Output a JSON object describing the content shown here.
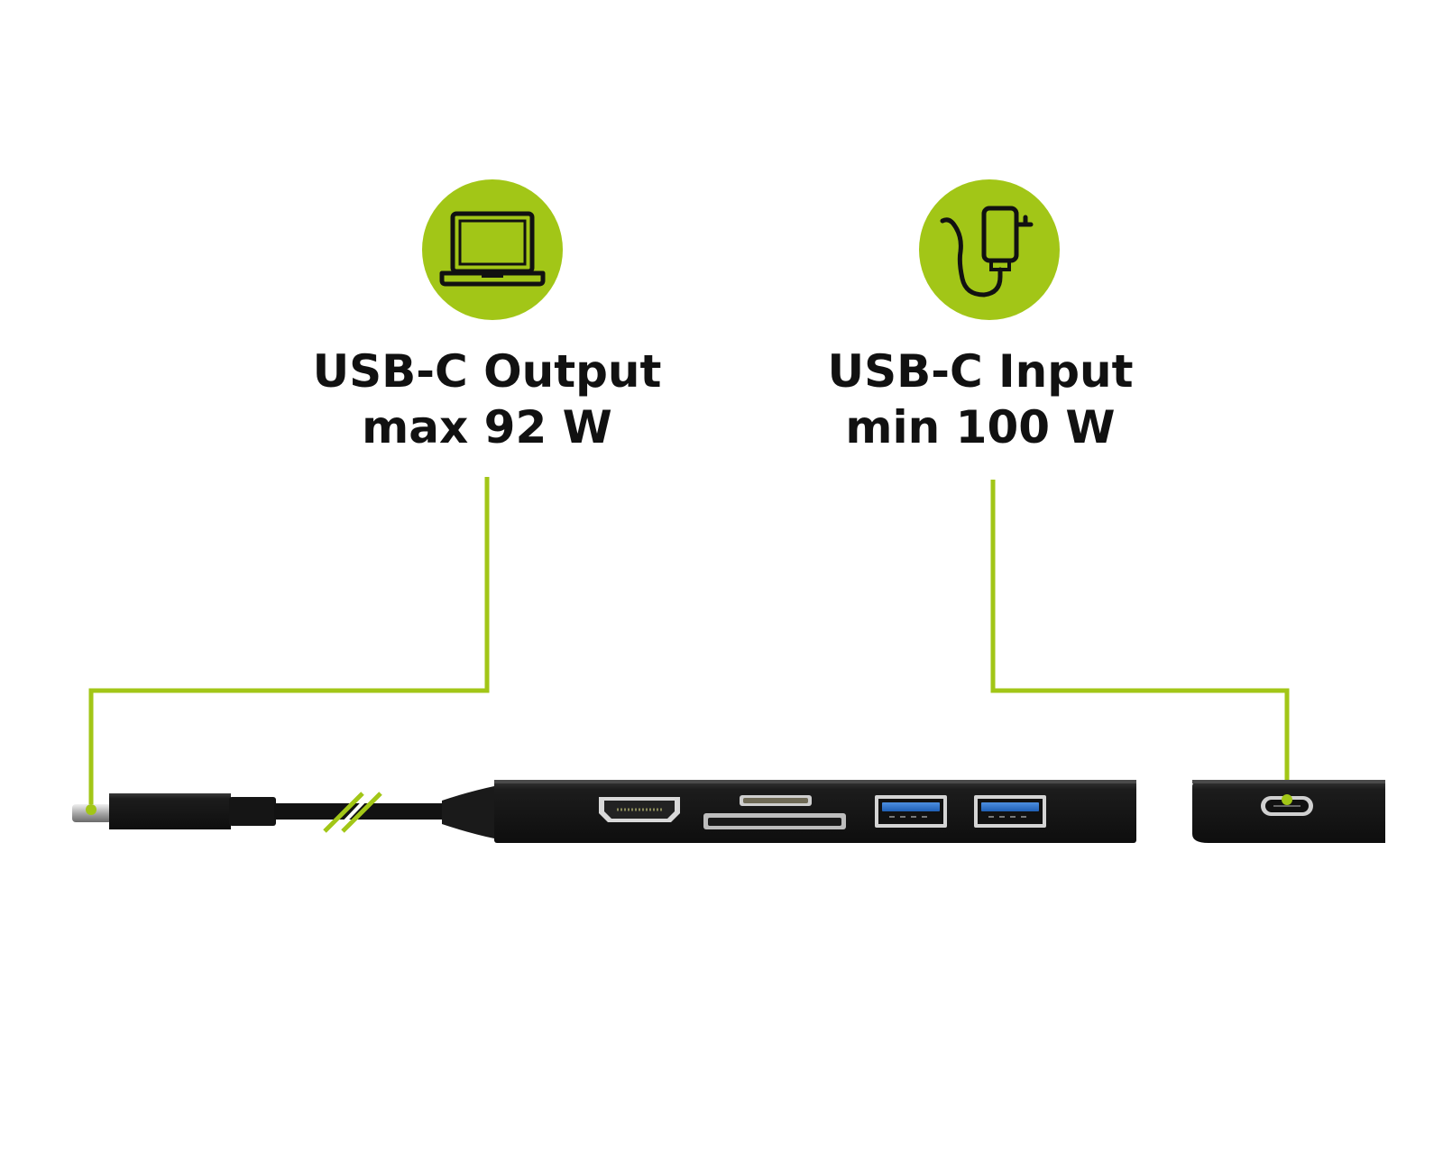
{
  "accent_color": "#a2c617",
  "features": [
    {
      "icon": "laptop-icon",
      "line1": "USB-C Output",
      "line2": "max 92 W"
    },
    {
      "icon": "power-adapter-icon",
      "line1": "USB-C Input",
      "line2": "min 100 W"
    }
  ]
}
